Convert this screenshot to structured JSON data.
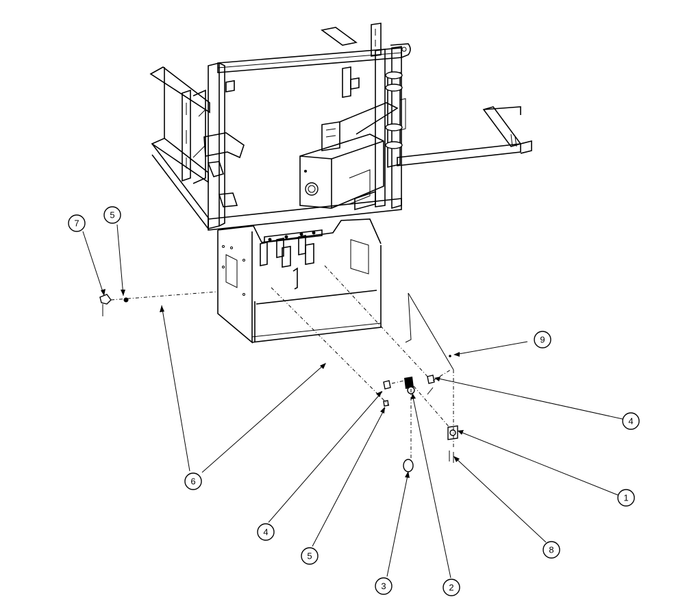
{
  "callouts": [
    {
      "label": "7"
    },
    {
      "label": "5"
    },
    {
      "label": "9"
    },
    {
      "label": "4"
    },
    {
      "label": "1"
    },
    {
      "label": "6"
    },
    {
      "label": "4"
    },
    {
      "label": "8"
    },
    {
      "label": "5"
    },
    {
      "label": "3"
    },
    {
      "label": "2"
    }
  ]
}
